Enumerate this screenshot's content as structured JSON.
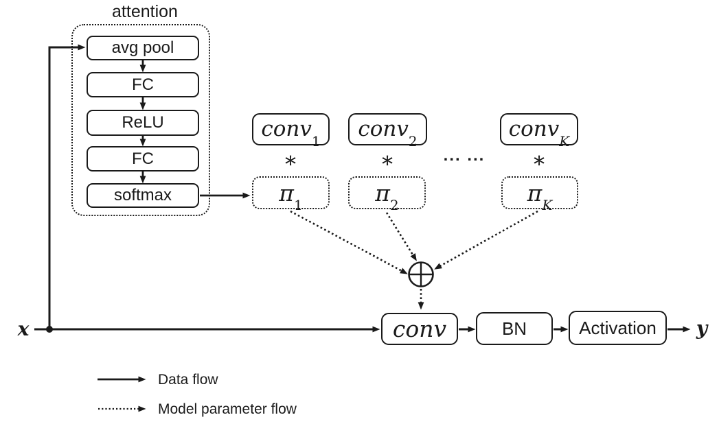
{
  "attention": {
    "title": "attention",
    "layers": [
      "avg pool",
      "FC",
      "ReLU",
      "FC",
      "softmax"
    ]
  },
  "kernels": {
    "conv_candidates": [
      {
        "base": "conv",
        "sub": "1"
      },
      {
        "base": "conv",
        "sub": "2"
      },
      {
        "base": "conv",
        "sub": "K"
      }
    ],
    "weights": [
      {
        "base": "π",
        "sub": "1"
      },
      {
        "base": "π",
        "sub": "2"
      },
      {
        "base": "π",
        "sub": "K"
      }
    ],
    "multiply_symbol": "∗",
    "ellipsis": "... ...",
    "sum_symbol": "⊕"
  },
  "pipeline": {
    "input_label": "x",
    "conv_label": "conv",
    "bn_label": "BN",
    "activation_label": "Activation",
    "output_label": "y"
  },
  "legend": {
    "data_flow": "Data flow",
    "param_flow": "Model parameter flow"
  },
  "colors": {
    "ink": "#1a1a1a",
    "background": "#ffffff"
  }
}
